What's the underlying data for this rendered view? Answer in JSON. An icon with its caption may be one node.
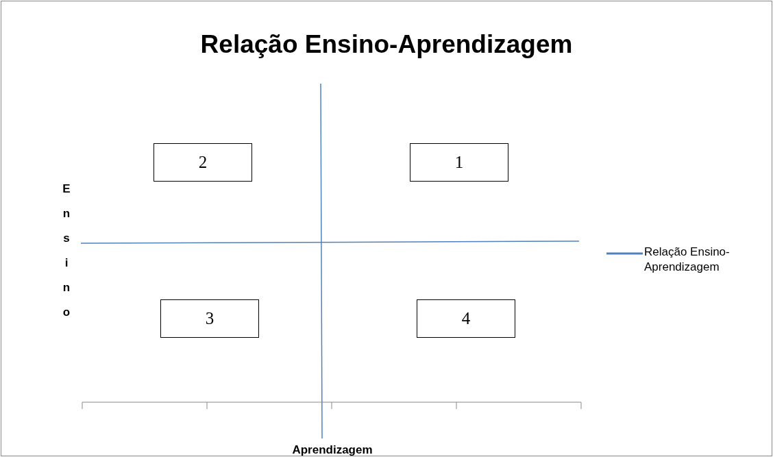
{
  "diagram": {
    "title": "Relação Ensino-Aprendizagem",
    "nodes": [
      {
        "text": [
          "2"
        ]
      },
      {
        "text": [
          "1"
        ]
      },
      {
        "text": [
          "3"
        ]
      },
      {
        "text": [
          "4"
        ]
      }
    ],
    "labels": [
      "Ensino",
      "Aprendizagem"
    ],
    "legend": [
      {
        "text": "Relação Ensino-Aprendizagem"
      }
    ]
  }
}
